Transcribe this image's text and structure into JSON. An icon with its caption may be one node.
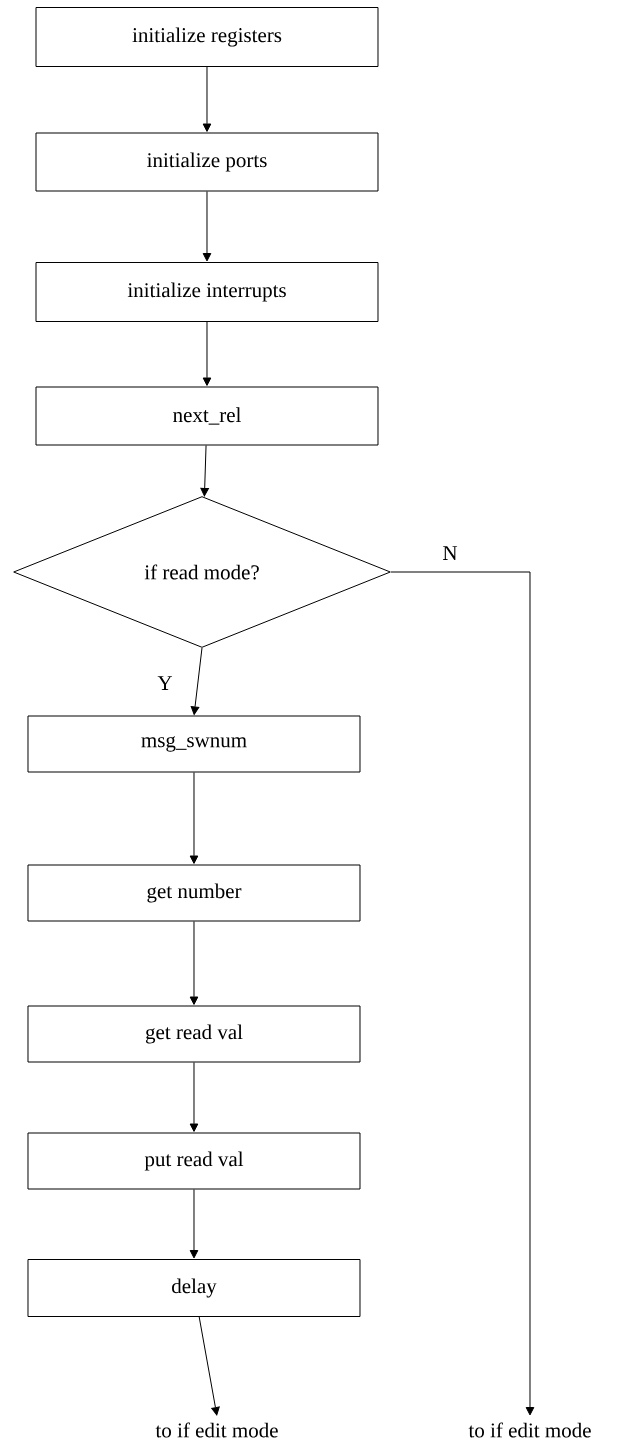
{
  "diagram": {
    "nodes": [
      {
        "text": [
          "initialize registers"
        ]
      },
      {
        "text": [
          "initialize ports"
        ]
      },
      {
        "text": [
          "initialize interrupts"
        ]
      },
      {
        "text": [
          "next_rel"
        ]
      },
      {
        "text": [
          "if read mode?"
        ]
      },
      {
        "text": [
          "msg_swnum"
        ]
      },
      {
        "text": [
          "get number"
        ]
      },
      {
        "text": [
          "get read val"
        ]
      },
      {
        "text": [
          "put read val"
        ]
      },
      {
        "text": [
          "delay"
        ]
      },
      {
        "text": [
          "to if edit mode"
        ]
      },
      {
        "text": [
          "to if edit mode"
        ]
      }
    ],
    "edges": [
      {
        "from": 0,
        "to": 1,
        "arrow": "to"
      },
      {
        "from": 1,
        "to": 2,
        "arrow": "to"
      },
      {
        "from": 2,
        "to": 3,
        "arrow": "to"
      },
      {
        "from": 3,
        "to": 4,
        "arrow": "to"
      },
      {
        "from": 4,
        "to": 5,
        "arrow": "to",
        "label": "Y"
      },
      {
        "from": 4,
        "to": 11,
        "arrow": "to",
        "label": "N"
      },
      {
        "from": 5,
        "to": 6,
        "arrow": "to"
      },
      {
        "from": 6,
        "to": 7,
        "arrow": "to"
      },
      {
        "from": 7,
        "to": 8,
        "arrow": "to"
      },
      {
        "from": 8,
        "to": 9,
        "arrow": "to"
      },
      {
        "from": 9,
        "to": 10,
        "arrow": "to"
      }
    ]
  }
}
